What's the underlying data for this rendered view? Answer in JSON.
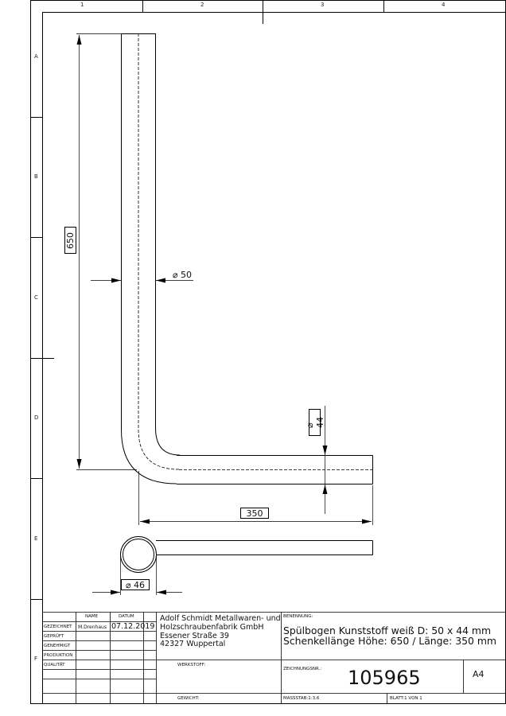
{
  "border": {
    "columns": [
      "1",
      "2",
      "3",
      "4"
    ],
    "rows": [
      "A",
      "B",
      "C",
      "D",
      "E",
      "F"
    ]
  },
  "dimensions": {
    "height": "650",
    "outer_diameter": "⌀ 50",
    "inner_diameter": "⌀ 44",
    "length": "350",
    "end_diameter": "⌀ 46"
  },
  "title_block": {
    "headers": {
      "name": "NAME",
      "date": "DATUM"
    },
    "rows": [
      {
        "label": "GEZEICHNET",
        "name": "M.Drenhaus",
        "date": "07.12.2019"
      },
      {
        "label": "GEPRÜFT",
        "name": "",
        "date": ""
      },
      {
        "label": "GENEHMIGT",
        "name": "",
        "date": ""
      },
      {
        "label": "PRODUKTION",
        "name": "",
        "date": ""
      },
      {
        "label": "QUALITÄT",
        "name": "",
        "date": ""
      }
    ],
    "company": {
      "line1": "Adolf Schmidt Metallwaren- und",
      "line2": "Holzschraubenfabrik GmbH",
      "line3": "Essener Straße 39",
      "line4": "42327 Wuppertal"
    },
    "benennung_label": "BENENNUNG:",
    "description_line1": "Spülbogen Kunststoff weiß D: 50 x 44 mm",
    "description_line2": "Schenkellänge Höhe: 650 / Länge: 350 mm",
    "werkstoff_label": "WERKSTOFF:",
    "zeichnungsnr_label": "ZEICHNUNGSNR.:",
    "drawing_number": "105965",
    "format": "A4",
    "gewicht_label": "GEWICHT:",
    "massstab": "MASSSTAB:1:3,6",
    "blatt": "BLATT:1 VON 1"
  }
}
